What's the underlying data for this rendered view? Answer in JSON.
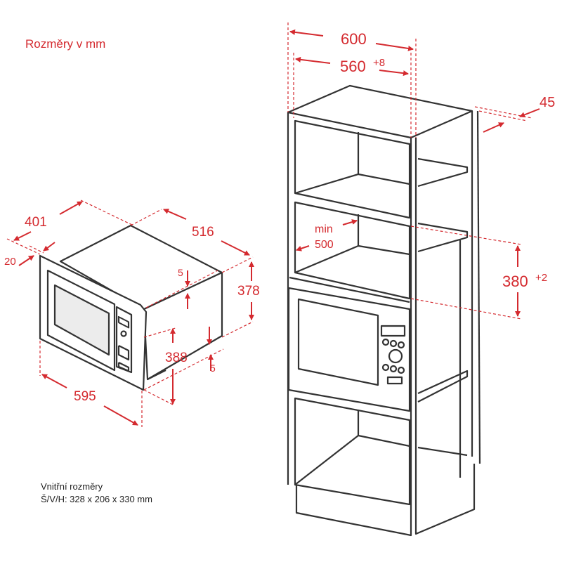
{
  "title": "Rozměry v mm",
  "microwave_dims": {
    "width": "595",
    "depth": "401",
    "body_depth": "516",
    "front_offset": "20",
    "height": "378",
    "front_height": "388",
    "gap_top": "5",
    "gap_bottom": "5"
  },
  "cabinet_dims": {
    "width": "600",
    "inner_width": "560",
    "inner_width_tol": "+8",
    "back_gap": "45",
    "min_depth_label": "min",
    "min_depth": "500",
    "niche_height": "380",
    "niche_height_tol": "+2"
  },
  "inner_dims": {
    "label": "Vnitřní rozměry",
    "value": "Š/V/H: 328 x 206 x 330 mm"
  },
  "colors": {
    "accent": "#d42a2f",
    "line": "#333333"
  }
}
